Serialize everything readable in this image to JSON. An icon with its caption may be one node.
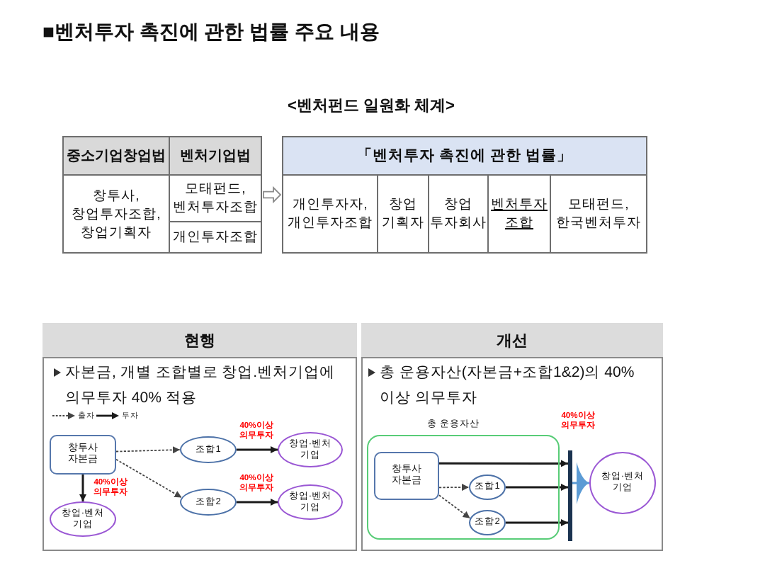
{
  "diagram": {
    "title": "■벤처투자 촉진에 관한 법률 주요 내용",
    "nodes": [
      {
        "text": [],
        "shape": "box"
      },
      {
        "text": [
          "중소기업창업법"
        ],
        "in": 0
      },
      {
        "text": [
          "벤처기업법"
        ],
        "in": 0
      },
      {
        "text": [
          "창투사, 창업투자조합, 창업기획자"
        ],
        "in": 0
      },
      {
        "text": [
          "모태펀드, 벤처투자조합"
        ],
        "in": 0
      },
      {
        "text": [
          "개인투자조합"
        ],
        "in": 0
      },
      {
        "text": [
          "「벤처투자 촉진에 관한 법률」"
        ]
      },
      {
        "text": [
          "개인투자자, 개인투자조합"
        ],
        "in": 6
      },
      {
        "text": [
          "창업 기획자"
        ],
        "in": 6
      },
      {
        "text": [
          "창업 투자회사"
        ],
        "in": 6
      },
      {
        "text": [
          "벤처투자 조합"
        ],
        "in": 6
      },
      {
        "text": [
          "모태펀드, 한국벤처투자"
        ],
        "in": 6
      },
      {
        "text": [
          "현행",
          "자본금, 개별 조합별로 창업.벤처기업에 의무투자 40% 적용"
        ]
      },
      {
        "text": [
          "창투사 자본금"
        ],
        "in": 12
      },
      {
        "text": [
          "조합1"
        ],
        "in": 12
      },
      {
        "text": [
          "조합2"
        ],
        "in": 12
      },
      {
        "text": [
          "창업·벤처 기업"
        ],
        "in": 12
      },
      {
        "text": [
          "창업·벤처 기업"
        ],
        "in": 12
      },
      {
        "text": [
          "창업·벤처 기업"
        ],
        "in": 12
      },
      {
        "text": [
          "개선",
          "총 운용자산(자본금+조합1&2)의 40% 이상 의무투자"
        ]
      },
      {
        "text": [
          "총 운용자산"
        ],
        "in": 19
      },
      {
        "text": [
          "창투사 자본금"
        ],
        "in": 20
      },
      {
        "text": [
          "조합1"
        ],
        "in": 20
      },
      {
        "text": [
          "조합2"
        ],
        "in": 20
      },
      {
        "text": [],
        "shape": "bar",
        "in": 19,
        "beside": [
          "40%이상 의무투자"
        ]
      },
      {
        "text": [
          "창업·벤처 기업"
        ],
        "in": 19
      }
    ],
    "edges": [
      {
        "from": 0,
        "to": 6,
        "arrow": "to"
      },
      {
        "from": 13,
        "to": 14,
        "arrow": "to",
        "style": "dashed"
      },
      {
        "from": 13,
        "to": 15,
        "arrow": "to",
        "style": "dashed"
      },
      {
        "from": 14,
        "to": 16,
        "arrow": "to",
        "label": "40%이상 의무투자"
      },
      {
        "from": 15,
        "to": 17,
        "arrow": "to",
        "label": "40%이상 의무투자"
      },
      {
        "from": 13,
        "to": 18,
        "arrow": "to",
        "label": "40%이상 의무투자"
      },
      {
        "from": 21,
        "to": 22,
        "arrow": "to",
        "style": "dashed"
      },
      {
        "from": 21,
        "to": 23,
        "arrow": "to",
        "style": "dashed"
      },
      {
        "from": 21,
        "to": 24,
        "arrow": "to"
      },
      {
        "from": 22,
        "to": 24,
        "arrow": "to"
      },
      {
        "from": 23,
        "to": 24,
        "arrow": "to"
      },
      {
        "from": 24,
        "to": 25,
        "arrow": "to",
        "color": "#5b9bd5"
      }
    ],
    "labels": [
      "<벤처펀드 일원화 체계>"
    ],
    "legend": [
      {
        "text": "출자"
      },
      {
        "text": "투자"
      }
    ]
  }
}
